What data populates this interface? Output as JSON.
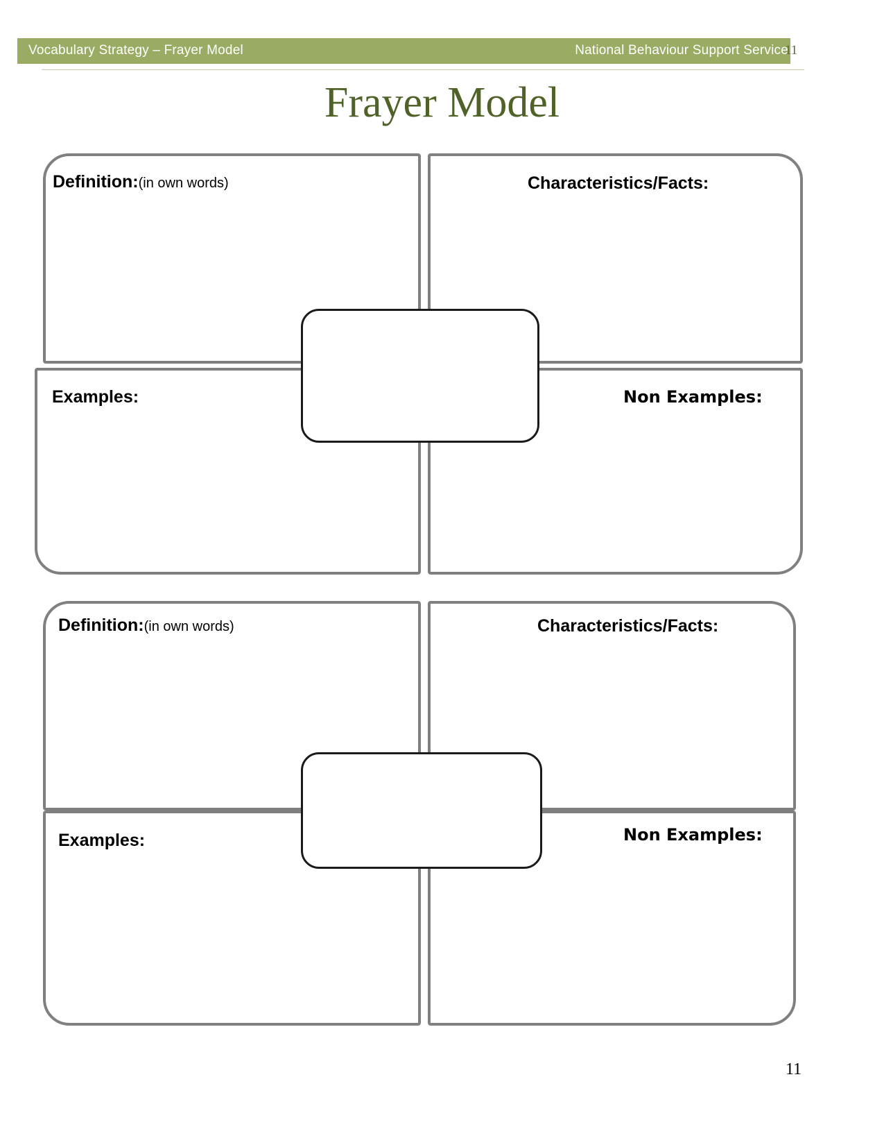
{
  "document": {
    "title": "Frayer Model",
    "page_number_header": "11",
    "page_number_footer": "11"
  },
  "header": {
    "left_text": "Vocabulary Strategy – Frayer Model",
    "right_text": "National Behaviour Support Service",
    "bar_color": "#9aab63",
    "text_color": "#ffffff",
    "page_number_color": "#5d6b33"
  },
  "title": {
    "text": "Frayer Model",
    "color": "#4f6228"
  },
  "diagrams": [
    {
      "id": "frayer-diagram-1",
      "quadrants": [
        {
          "key": "definition",
          "label": "Definition:",
          "sublabel": "(in own  words)",
          "align": "left"
        },
        {
          "key": "characteristics",
          "label": "Characteristics/Facts:",
          "sublabel": "",
          "align": "right"
        },
        {
          "key": "examples",
          "label": "Examples:",
          "sublabel": "",
          "align": "left"
        },
        {
          "key": "non-examples",
          "label": "Non Examples:",
          "sublabel": "",
          "align": "right"
        }
      ],
      "center": {
        "label": ""
      }
    },
    {
      "id": "frayer-diagram-2",
      "quadrants": [
        {
          "key": "definition",
          "label": "Definition:",
          "sublabel": "(in own  words)",
          "align": "left"
        },
        {
          "key": "characteristics",
          "label": "Characteristics/Facts:",
          "sublabel": "",
          "align": "right"
        },
        {
          "key": "examples",
          "label": "Examples:",
          "sublabel": "",
          "align": "left"
        },
        {
          "key": "non-examples",
          "label": "Non Examples:",
          "sublabel": "",
          "align": "right"
        }
      ],
      "center": {
        "label": ""
      }
    }
  ],
  "colors": {
    "quadrant_border": "#808080",
    "center_border": "#1a1a1a",
    "rule": "#c9cfa8"
  }
}
